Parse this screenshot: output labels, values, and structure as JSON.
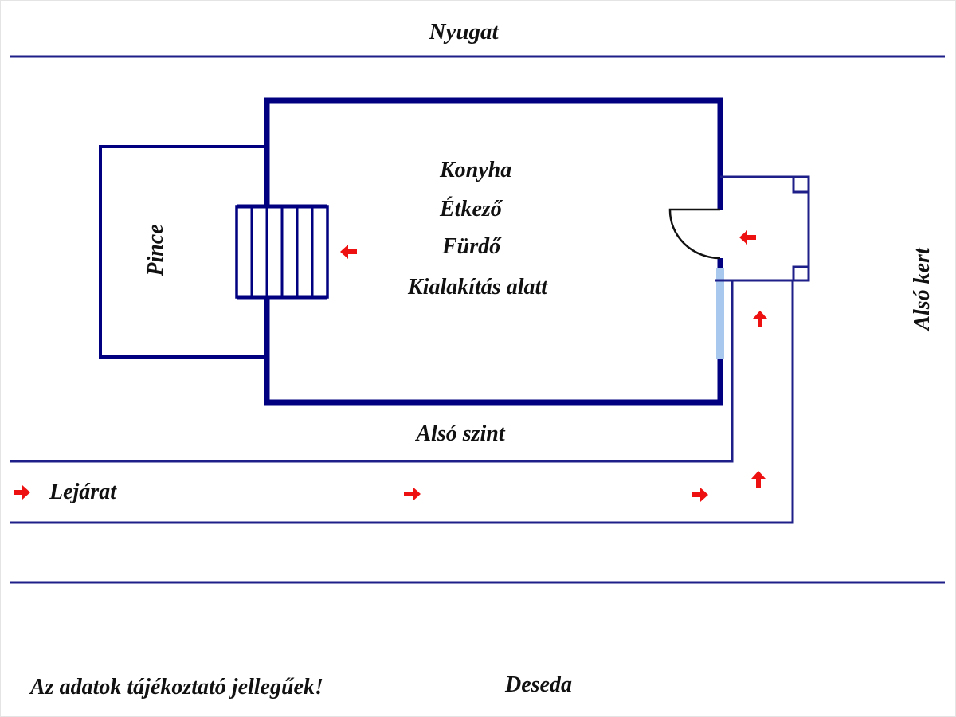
{
  "diagram": {
    "type": "floor-plan",
    "colors": {
      "wall": "#000080",
      "line": "#1f1f8a",
      "arrow": "#ee1111",
      "window": "#a8c8ee",
      "door": "#111111",
      "text": "#111111"
    },
    "labels": {
      "top": "Nyugat",
      "rooms": [
        "Konyha",
        "Étkező",
        "Fürdő",
        "Kialakítás alatt"
      ],
      "cellar": "Pince",
      "floor": "Alsó szint",
      "garden": "Alsó kert",
      "path": "Lejárat",
      "disclaimer": "Az adatok tájékoztató jellegűek!",
      "place": "Deseda"
    },
    "arrows": [
      {
        "id": "stairs",
        "direction": "left"
      },
      {
        "id": "porch",
        "direction": "left"
      },
      {
        "id": "side-path",
        "direction": "up"
      },
      {
        "id": "path-start",
        "direction": "right"
      },
      {
        "id": "path-middle",
        "direction": "right"
      },
      {
        "id": "path-end",
        "direction": "right"
      },
      {
        "id": "path-corner",
        "direction": "up"
      }
    ]
  }
}
